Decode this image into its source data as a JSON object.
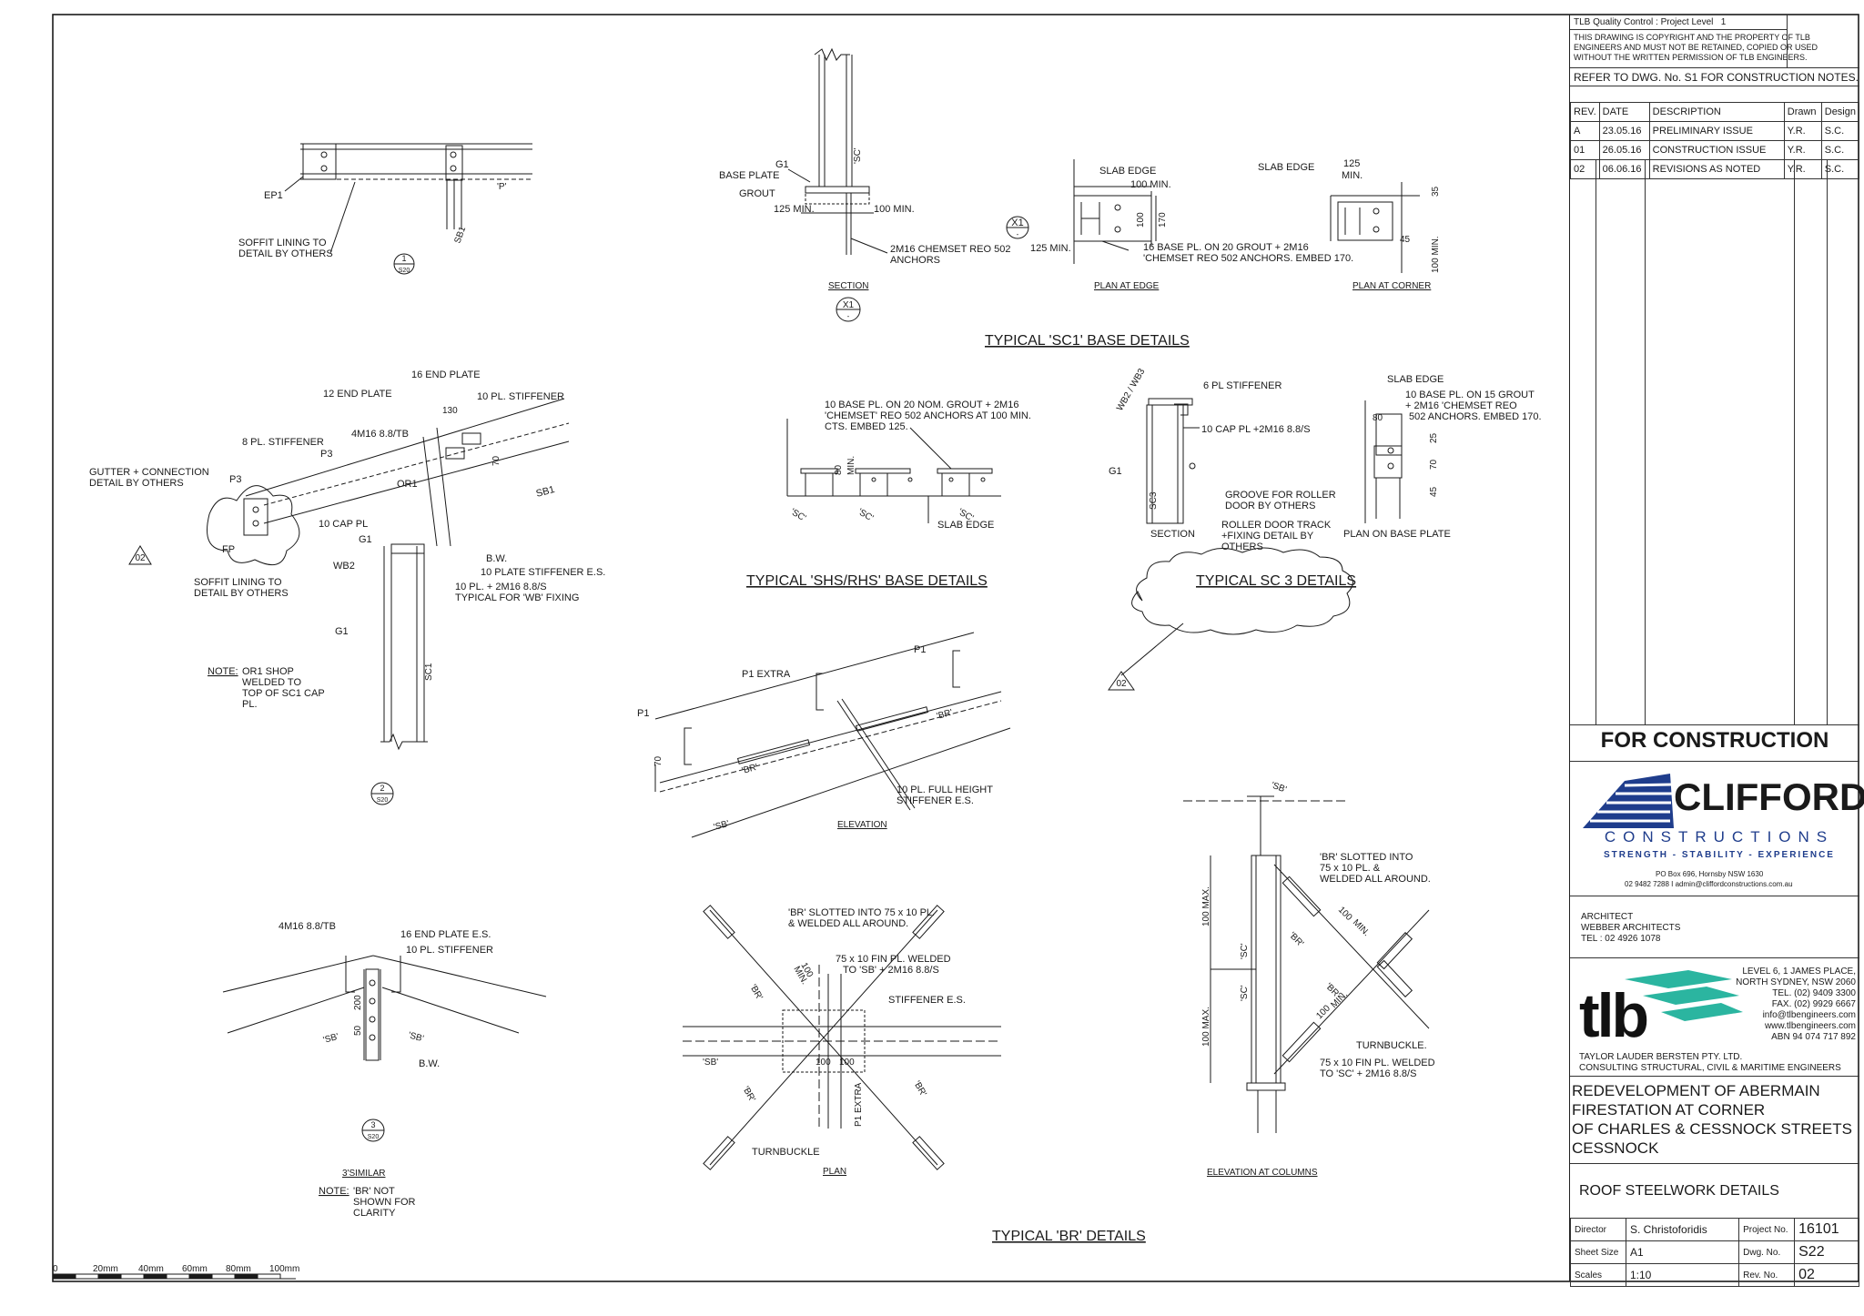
{
  "sheet": {
    "headings": {
      "sc1": "TYPICAL 'SC1' BASE DETAILS",
      "shs": "TYPICAL 'SHS/RHS' BASE DETAILS",
      "sc3": "TYPICAL SC 3 DETAILS",
      "br": "TYPICAL 'BR' DETAILS"
    },
    "sub_titles": {
      "section": "SECTION",
      "plan_edge": "PLAN AT EDGE",
      "plan_corner": "PLAN AT CORNER",
      "elevation": "ELEVATION",
      "plan": "PLAN",
      "elev_columns": "ELEVATION AT COLUMNS",
      "similar": "3'SIMILAR"
    },
    "detail_markers": [
      {
        "num": "1",
        "ref": "S20"
      },
      {
        "num": "2",
        "ref": "S20"
      },
      {
        "num": "3",
        "ref": "S20"
      },
      {
        "num": "X1",
        "ref": "-"
      }
    ],
    "rev_triangles": [
      "02",
      "02"
    ],
    "labels": {
      "ep1": "EP1",
      "p": "'P'",
      "soffit1a": "SOFFIT LINING TO",
      "soffit1b": "DETAIL BY OTHERS",
      "sb1": "SB1",
      "g1": "G1",
      "base_plate": "BASE PLATE",
      "grout": "GROUT",
      "min125": "125 MIN.",
      "min100": "100 MIN.",
      "sc": "'SC'",
      "chem1": "2M16 CHEMSET REO 502",
      "chem2": "ANCHORS",
      "slab_edge": "SLAB EDGE",
      "base16a": "16 BASE PL. ON 20 GROUT + 2M16",
      "base16b": "'CHEMSET REO 502 ANCHORS. EMBED 170.",
      "d100": "100",
      "d170": "170",
      "d125min": "125",
      "min": "MIN.",
      "d35": "35",
      "d45": "45",
      "min100v": "100 MIN.",
      "end16": "16 END PLATE",
      "end12": "12 END PLATE",
      "stiff10": "10 PL. STIFFENER",
      "d130": "130",
      "bolts": "4M16 8.8/TB",
      "stiff8": "8 PL. STIFFENER",
      "p3": "P3",
      "gutter1": "GUTTER + CONNECTION",
      "gutter2": "DETAIL BY OTHERS",
      "or1": "OR1",
      "d70": "70",
      "capl": "10 CAP PL",
      "fp": "FP",
      "wb2": "WB2",
      "bw": "B.W.",
      "stiff_es": "10 PLATE STIFFENER E.S.",
      "pl10a": "10 PL. + 2M16 8.8/S",
      "pl10b": "TYPICAL FOR 'WB' FIXING",
      "note": "NOTE:",
      "note1a": "OR1 SHOP",
      "note1b": "WELDED TO",
      "note1c": "TOP OF SC1 CAP",
      "note1d": "PL.",
      "sc1": "SC1",
      "shs1": "10 BASE PL. ON 20 NOM. GROUT + 2M16",
      "shs2": "'CHEMSET' REO 502 ANCHORS AT 100 MIN.",
      "shs3": "CTS. EMBED 125.",
      "d80": "80",
      "stiff6": "6 PL STIFFENER",
      "wb2wb3": "WB2 / WB3",
      "cap10": "10 CAP PL +2M16 8.8/S",
      "sc3": "SC3",
      "groove1": "GROOVE FOR ROLLER",
      "groove2": "DOOR BY OTHERS",
      "roller1": "ROLLER DOOR TRACK",
      "roller2": "+FIXING DETAIL BY",
      "roller3": "OTHERS",
      "section": "SECTION",
      "sc3base1": "10 BASE PL. ON 15 GROUT",
      "sc3base2": "+ 2M16 'CHEMSET REO",
      "sc3base3": "502 ANCHORS. EMBED 170.",
      "d25": "25",
      "plan_base": "PLAN ON BASE PLATE",
      "p1": "P1",
      "p1extra": "P1 EXTRA",
      "br": "'BR'",
      "sb": "'SB'",
      "full1": "10 PL. FULL HEIGHT",
      "full2": "STIFFENER E.S.",
      "end16es": "16 END PLATE E.S.",
      "d200": "200",
      "d50": "50",
      "note3a": "'BR' NOT",
      "note3b": "SHOWN FOR",
      "note3c": "CLARITY",
      "slot1": "'BR' SLOTTED INTO 75 x 10 PL.",
      "slot2": "& WELDED ALL AROUND.",
      "fin1": "75 x 10 FIN PL. WELDED",
      "fin2": "TO 'SB' + 2M16 8.8/S",
      "stiffes": "STIFFENER E.S.",
      "turnbuckle": "TURNBUCKLE",
      "turnbuckle2": "TURNBUCKLE.",
      "slotc1": "'BR' SLOTTED INTO",
      "slotc2": "75 x 10 PL. &",
      "slotc3": "WELDED ALL AROUND.",
      "max100": "100 MAX.",
      "finc1": "75 x 10 FIN PL. WELDED",
      "finc2": "TO 'SC' + 2M16 8.8/S",
      "sbq": "'SB'"
    },
    "scale_bar": [
      "0",
      "20mm",
      "40mm",
      "60mm",
      "80mm",
      "100mm"
    ]
  },
  "title_block": {
    "qc": "TLB Quality Control : Project Level",
    "qc_level": "1",
    "copyright": [
      "THIS DRAWING IS COPYRIGHT AND THE PROPERTY OF TLB",
      "ENGINEERS AND MUST NOT BE RETAINED, COPIED OR USED",
      "WITHOUT THE WRITTEN PERMISSION OF TLB ENGINEERS."
    ],
    "refer": "REFER TO DWG. No. S1 FOR CONSTRUCTION NOTES.",
    "rev_headers": [
      "REV.",
      "DATE",
      "DESCRIPTION",
      "Drawn",
      "Design"
    ],
    "revisions": [
      [
        "A",
        "23.05.16",
        "PRELIMINARY ISSUE",
        "Y.R.",
        "S.C."
      ],
      [
        "01",
        "26.05.16",
        "CONSTRUCTION ISSUE",
        "Y.R.",
        "S.C."
      ],
      [
        "02",
        "06.06.16",
        "REVISIONS AS NOTED",
        "Y.R.",
        "S.C."
      ]
    ],
    "status": "FOR CONSTRUCTION",
    "clifford": {
      "name": "CLIFFORD",
      "sub": "CONSTRUCTIONS",
      "tag": "STRENGTH - STABILITY - EXPERIENCE",
      "addr1": "PO Box 696, Hornsby NSW 1630",
      "addr2": "02 9482 7288 I admin@cliffordconstructions.com.au"
    },
    "architect": [
      "ARCHITECT",
      "WEBBER ARCHITECTS",
      "TEL : 02 4926  1078"
    ],
    "tlb": {
      "logo": "tlb",
      "address": [
        "LEVEL 6, 1 JAMES PLACE,",
        "NORTH SYDNEY, NSW 2060",
        "TEL. (02) 9409 3300",
        "FAX. (02) 9929 6667",
        "info@tlbengineers.com",
        "www.tlbengineers.com",
        "ABN 94 074 717 892"
      ],
      "company1": "TAYLOR LAUDER BERSTEN PTY. LTD.",
      "company2": "CONSULTING STRUCTURAL, CIVIL & MARITIME ENGINEERS"
    },
    "project": [
      "REDEVELOPMENT OF ABERMAIN",
      "FIRESTATION AT CORNER",
      "OF CHARLES & CESSNOCK STREETS",
      "CESSNOCK"
    ],
    "drawing_title": "ROOF STEELWORK DETAILS",
    "meta": {
      "director_label": "Director",
      "director": "S. Christoforidis",
      "project_no_label": "Project No.",
      "project_no": "16101",
      "sheet_size_label": "Sheet Size",
      "sheet_size": "A1",
      "dwg_no_label": "Dwg. No.",
      "dwg_no": "S22",
      "scales_label": "Scales",
      "scales": "1:10",
      "rev_no_label": "Rev. No.",
      "rev_no": "02"
    },
    "colors": {
      "clifford_blue": "#1f3d8c",
      "tlb_green": "#2bb5a0",
      "line": "#1a1a1a"
    }
  }
}
